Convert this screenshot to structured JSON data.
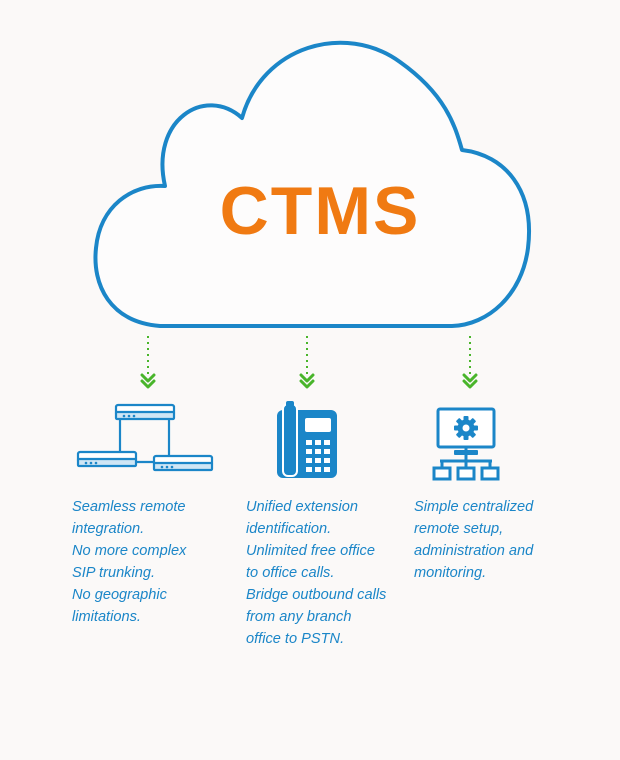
{
  "title": "CTMS",
  "colors": {
    "cloud_outline": "#1b86c8",
    "title": "#f07a12",
    "connector": "#49b52b",
    "icon": "#1b86c8",
    "text": "#1b86c8",
    "background": "#fbf9f8"
  },
  "columns": [
    {
      "icon": "network-devices-icon",
      "lines": [
        "Seamless remote",
        "integration.",
        "No more complex",
        "SIP trunking.",
        "No geographic",
        "limitations."
      ]
    },
    {
      "icon": "desk-phone-icon",
      "lines": [
        "Unified extension",
        "identification.",
        "Unlimited free office",
        "to office calls.",
        "Bridge outbound calls",
        "from any branch",
        "office to PSTN."
      ]
    },
    {
      "icon": "monitor-network-icon",
      "lines": [
        "Simple centralized",
        "remote setup,",
        "administration and",
        "monitoring."
      ]
    }
  ]
}
